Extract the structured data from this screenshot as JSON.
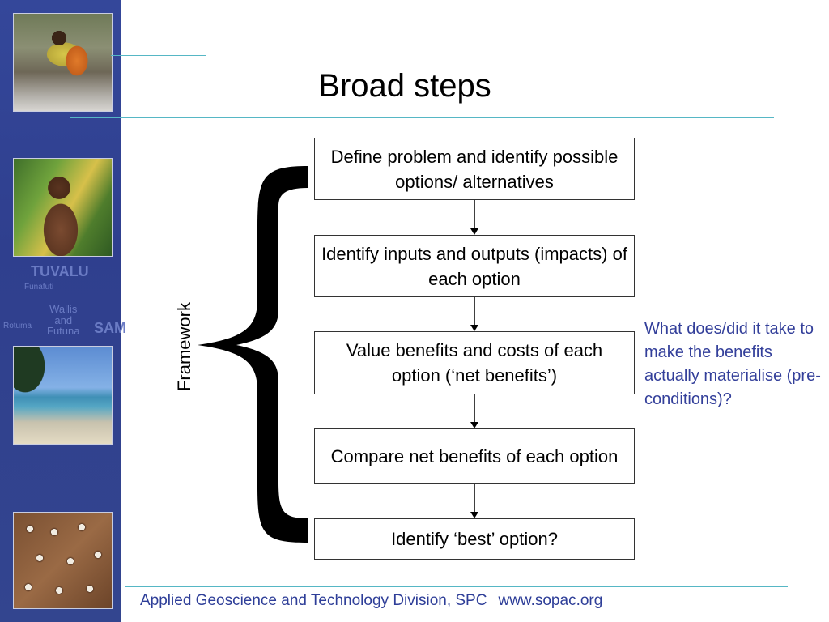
{
  "sidebar": {
    "map_labels": {
      "tuvalu": "TUVALU",
      "funafuti": "Funafuti",
      "wallis": "Wallis\nand\nFutuna",
      "rotuma": "Rotuma",
      "sam": "SAM"
    },
    "photos": [
      "woman-working-photo",
      "man-with-palms-photo",
      "beach-photo",
      "copra-drying-photo"
    ]
  },
  "slide": {
    "title": "Broad steps",
    "framework_label": "Framework",
    "steps": [
      {
        "text": "Define problem and identify possible options/ alternatives"
      },
      {
        "text": "Identify inputs and outputs (impacts) of each option"
      },
      {
        "text": "Value benefits and costs of each option (‘net benefits’)"
      },
      {
        "text": "Compare net benefits of each option"
      },
      {
        "text": "Identify ‘best’ option?"
      }
    ],
    "side_note": "What does/did it take to make the benefits actually materialise (pre-conditions)?"
  },
  "footer": {
    "org": "Applied Geoscience and Technology Division, SPC",
    "url": "www.sopac.org"
  },
  "colors": {
    "sidebar": "#34479a",
    "rule": "#56b7c5",
    "accent_text": "#333f9a",
    "footer_text": "#2e3e98"
  }
}
